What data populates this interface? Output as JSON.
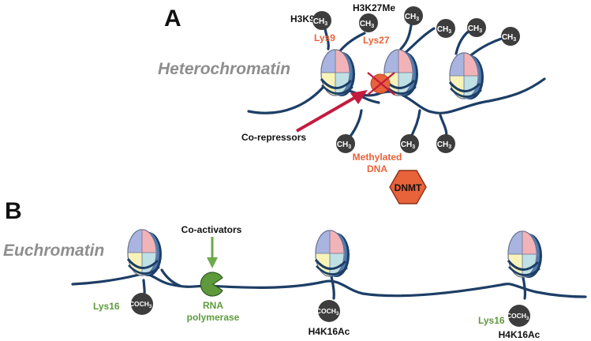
{
  "panels": {
    "a": {
      "letter": "A",
      "region": "Heterochromatin",
      "marks": {
        "h3k9": "H3K9Me",
        "h3k27": "H3K27Me"
      },
      "residues": {
        "lys9": "Lys9",
        "lys27": "Lys27"
      },
      "methyl_text": "CH",
      "methyl_sub": "3",
      "corepressors": "Co-repressors",
      "methylated_dna": [
        "Methylated",
        "DNA"
      ],
      "dnmt": "DNMT"
    },
    "b": {
      "letter": "B",
      "region": "Euchromatin",
      "coactivators": "Co-activators",
      "rna_polymerase": [
        "RNA",
        "polymerase"
      ],
      "acetyl_text": "COCH",
      "acetyl_sub": "3",
      "lys16": "Lys16",
      "h4k16ac": "H4K16Ac"
    }
  },
  "colors": {
    "dna": "#1d3e66",
    "mark_ball": "#3d3d3d",
    "orange": "#e8623a",
    "green": "#5e9a3c",
    "arrow_red": "#c41a3e",
    "region_gray": "#8e8e8e",
    "nucleosome_pink": "#f2b3b8",
    "nucleosome_blue": "#a9b5e0",
    "nucleosome_yellow": "#f7f3b9",
    "nucleosome_teal": "#bfe0e4"
  }
}
